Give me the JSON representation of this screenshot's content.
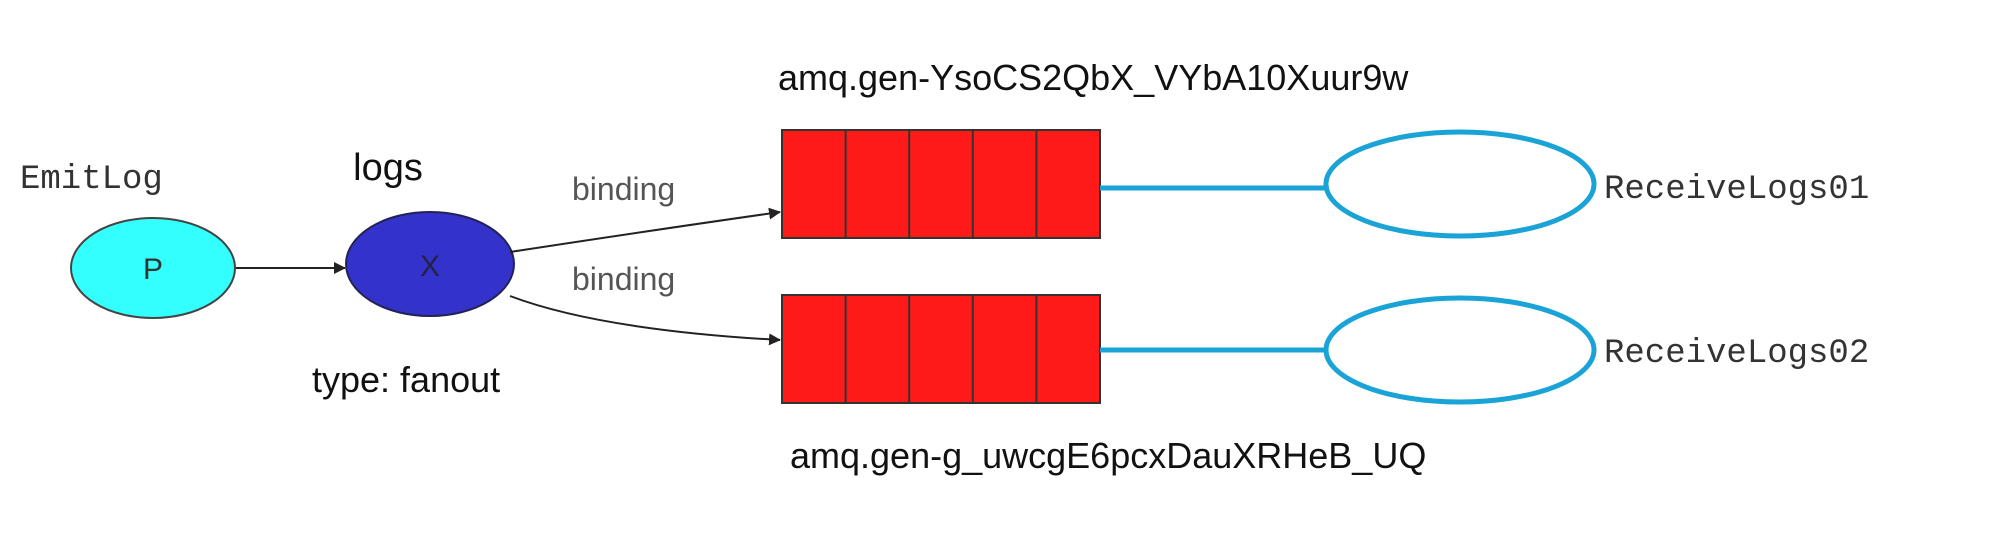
{
  "producer": {
    "title": "EmitLog",
    "symbol": "P"
  },
  "exchange": {
    "title": "logs",
    "symbol": "X",
    "type_label": "type: fanout"
  },
  "bindings": [
    {
      "label": "binding"
    },
    {
      "label": "binding"
    }
  ],
  "queues": [
    {
      "name": "amq.gen-YsoCS2QbX_VYbA10Xuur9w",
      "slots": 5,
      "consumer": "ReceiveLogs01"
    },
    {
      "name": "amq.gen-g_uwcgE6pcxDauXRHeB_UQ",
      "slots": 5,
      "consumer": "ReceiveLogs02"
    }
  ],
  "colors": {
    "producer_fill": "#33ffff",
    "exchange_fill": "#3333cc",
    "queue_fill": "#ff1a1a",
    "consumer_stroke": "#1aa3d6",
    "arrow": "#222222"
  }
}
